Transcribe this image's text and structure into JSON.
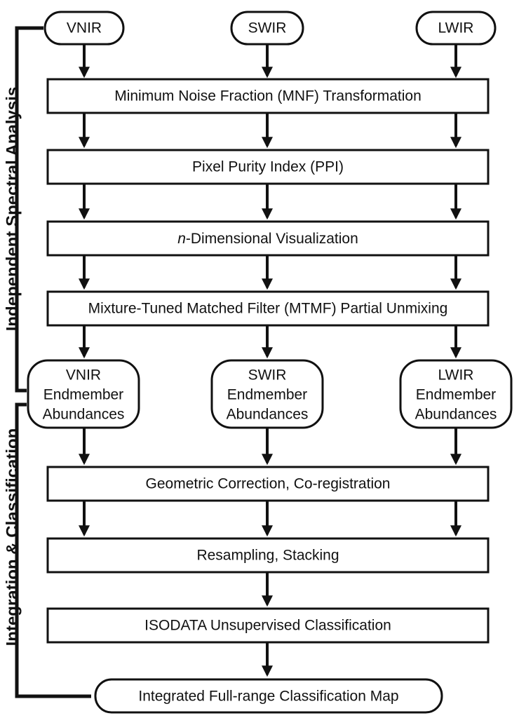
{
  "diagram": {
    "side_labels": {
      "top": "Independent Spectral Analysis",
      "bottom": "Integration & Classification"
    },
    "inputs": [
      "VNIR",
      "SWIR",
      "LWIR"
    ],
    "steps": {
      "mnf": "Minimum Noise Fraction (MNF) Transformation",
      "ppi": "Pixel Purity Index (PPI)",
      "ndv_italic": "n",
      "ndv_rest": "-Dimensional Visualization",
      "mtmf": "Mixture-Tuned Matched Filter (MTMF) Partial Unmixing"
    },
    "abundances": [
      [
        "VNIR",
        "Endmember",
        "Abundances"
      ],
      [
        "SWIR",
        "Endmember",
        "Abundances"
      ],
      [
        "LWIR",
        "Endmember",
        "Abundances"
      ]
    ],
    "integration": {
      "geo": "Geometric Correction, Co-registration",
      "resample": "Resampling, Stacking",
      "isodata": "ISODATA Unsupervised Classification",
      "final": "Integrated Full-range Classification Map"
    }
  }
}
